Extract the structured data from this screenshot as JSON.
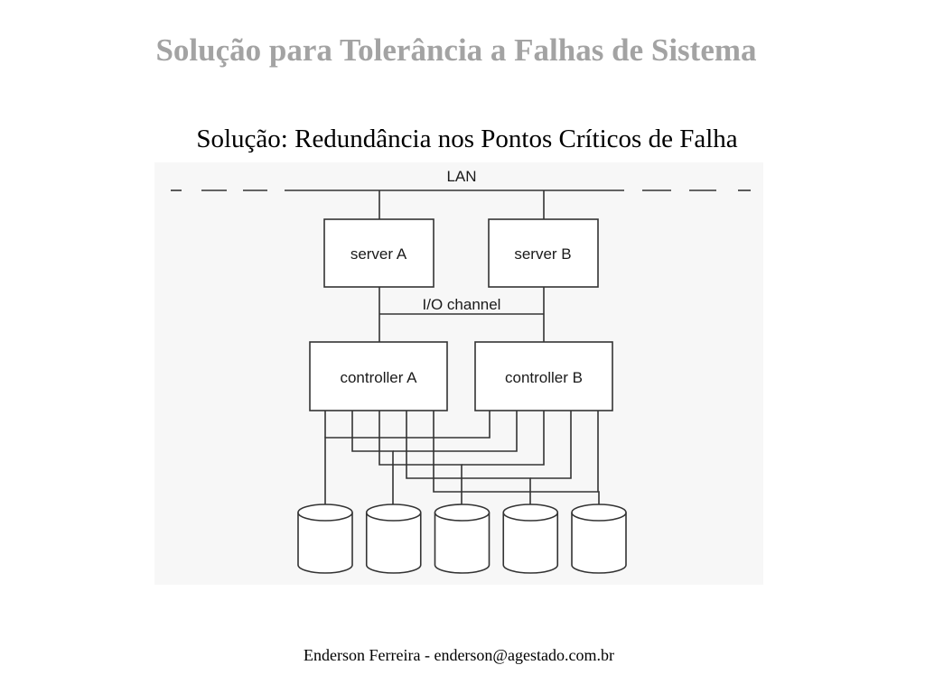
{
  "slide": {
    "title": "Solução para Tolerância a Falhas de Sistema",
    "subtitle": "Solução: Redundância nos Pontos Críticos de Falha",
    "footer": "Enderson Ferreira - enderson@agestado.com.br"
  },
  "diagram": {
    "lan_label": "LAN",
    "io_label": "I/O channel",
    "servers": [
      "server A",
      "server B"
    ],
    "controllers": [
      "controller A",
      "controller B"
    ],
    "disk_count": 5,
    "colors": {
      "background": "#f7f7f7",
      "line": "#333333",
      "box_fill": "#ffffff"
    }
  }
}
